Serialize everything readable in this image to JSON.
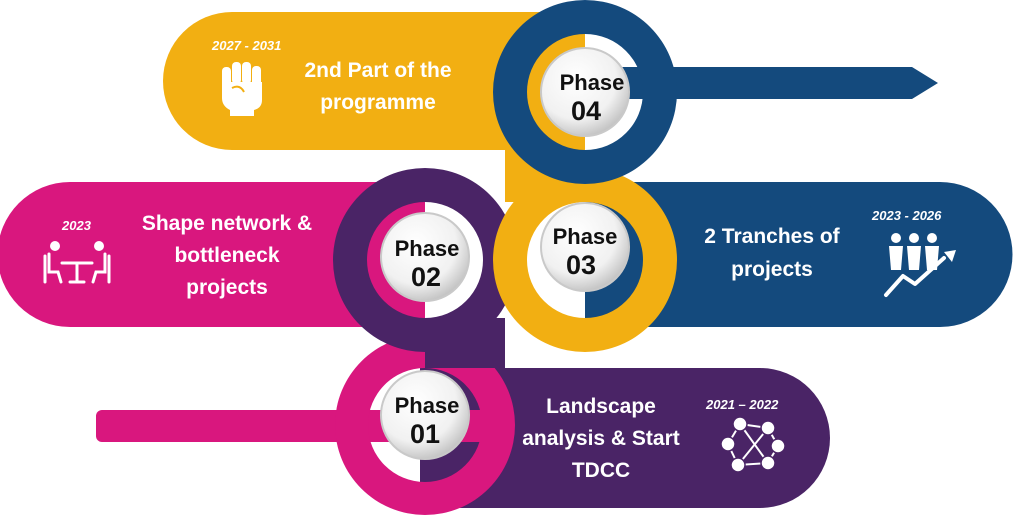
{
  "colors": {
    "pink": "#D9177E",
    "purple": "#4A2466",
    "gold": "#F2AF12",
    "navy": "#144A7D",
    "white": "#FFFFFF"
  },
  "phases": [
    {
      "label": "Phase",
      "number": "01",
      "years": "2021 – 2022",
      "title_lines": [
        "Landscape",
        "analysis & Start",
        "TDCC"
      ],
      "icon": "network-people-icon"
    },
    {
      "label": "Phase",
      "number": "02",
      "years": "2023",
      "title_lines": [
        "Shape network &",
        "bottleneck",
        "projects"
      ],
      "icon": "meeting-table-icon"
    },
    {
      "label": "Phase",
      "number": "03",
      "years": "2023 - 2026",
      "title_lines": [
        "2 Tranches of",
        "projects"
      ],
      "icon": "group-growth-arrow-icon"
    },
    {
      "label": "Phase",
      "number": "04",
      "years": "2027 - 2031",
      "title_lines": [
        "2nd Part of the",
        "programme"
      ],
      "icon": "raised-fist-icon"
    }
  ]
}
